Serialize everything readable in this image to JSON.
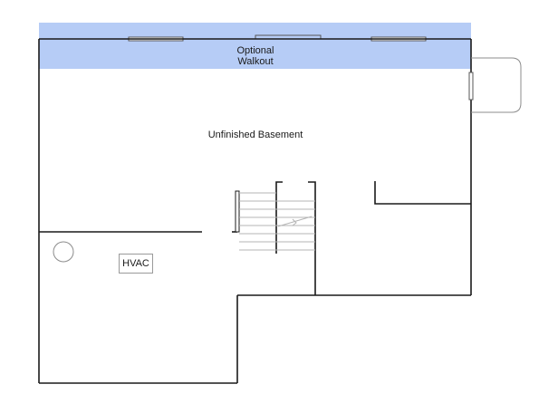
{
  "floor_plan": {
    "rooms": {
      "walkout": "Optional\nWalkout",
      "basement": "Unfinished Basement",
      "hvac": "HVAC"
    },
    "colors": {
      "walls": "#1a1a1a",
      "walkout_fill": "#b6ccf6",
      "stairs": "#b4b4b4",
      "fixture": "#8c8c8c"
    },
    "fixtures": [
      "water-heater-circle",
      "stair-arrow"
    ]
  }
}
